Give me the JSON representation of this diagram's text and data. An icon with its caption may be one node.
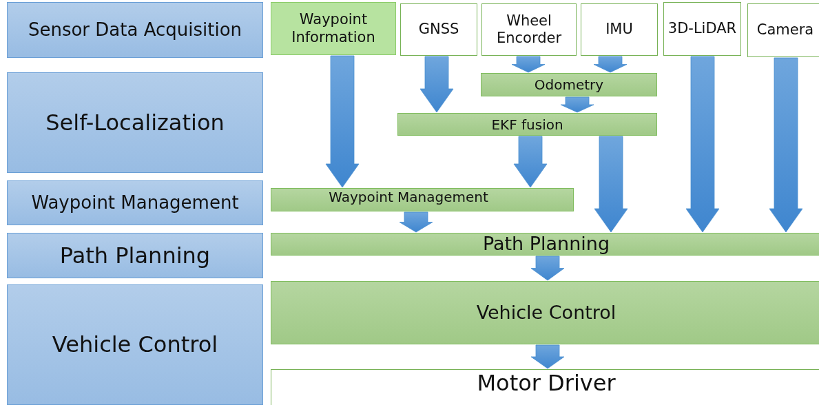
{
  "diagram": {
    "nodes": [
      {
        "text": [
          "Sensor Data Acquisition"
        ]
      },
      {
        "text": [
          "Self-Localization"
        ]
      },
      {
        "text": [
          "Waypoint Management"
        ]
      },
      {
        "text": [
          "Path Planning"
        ]
      },
      {
        "text": [
          "Vehicle Control"
        ]
      },
      {
        "text": [
          "Waypoint Information"
        ]
      },
      {
        "text": [
          "GNSS"
        ]
      },
      {
        "text": [
          "Wheel Encorder"
        ]
      },
      {
        "text": [
          "IMU"
        ]
      },
      {
        "text": [
          "3D-LiDAR"
        ]
      },
      {
        "text": [
          "Camera"
        ]
      },
      {
        "text": [
          "Odometry"
        ]
      },
      {
        "text": [
          "EKF fusion"
        ]
      },
      {
        "text": [
          "Waypoint Management"
        ]
      },
      {
        "text": [
          "Path Planning"
        ]
      },
      {
        "text": [
          "Vehicle Control"
        ]
      },
      {
        "text": [
          "Motor Driver"
        ]
      }
    ],
    "edges": [
      {
        "from": 5,
        "to": 13,
        "arrow": "to"
      },
      {
        "from": 6,
        "to": 12,
        "arrow": "to"
      },
      {
        "from": 7,
        "to": 11,
        "arrow": "to"
      },
      {
        "from": 8,
        "to": 11,
        "arrow": "to"
      },
      {
        "from": 11,
        "to": 12,
        "arrow": "to"
      },
      {
        "from": 12,
        "to": 13,
        "arrow": "to"
      },
      {
        "from": 12,
        "to": 14,
        "arrow": "to"
      },
      {
        "from": 9,
        "to": 14,
        "arrow": "to"
      },
      {
        "from": 10,
        "to": 14,
        "arrow": "to"
      },
      {
        "from": 13,
        "to": 14,
        "arrow": "to"
      },
      {
        "from": 14,
        "to": 15,
        "arrow": "to"
      },
      {
        "from": 15,
        "to": 16,
        "arrow": "to"
      }
    ]
  }
}
